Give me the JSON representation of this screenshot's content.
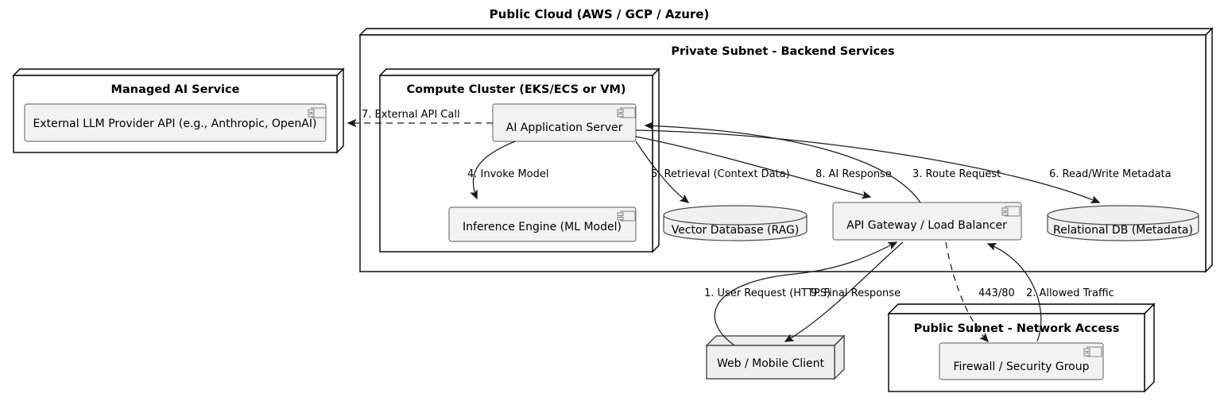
{
  "diagram": {
    "type": "uml-deployment-diagram",
    "cloud_title": "Public Cloud (AWS / GCP / Azure)",
    "background": "#ffffff",
    "line_color": "#1a1a1a",
    "node_fill": "#f0f0f0",
    "component_fill": "#f2f2f2"
  },
  "nodes": {
    "managed_ai_service": {
      "title": "Managed AI Service",
      "component": "External LLM Provider API (e.g., Anthropic, OpenAI)",
      "icon": "component-icon"
    },
    "private_subnet": {
      "title": "Private Subnet - Backend Services"
    },
    "compute_cluster": {
      "title": "Compute Cluster (EKS/ECS or VM)",
      "components": [
        {
          "label": "AI Application Server",
          "icon": "component-icon"
        },
        {
          "label": "Inference Engine (ML Model)",
          "icon": "component-icon"
        }
      ]
    },
    "vector_database": {
      "label": "Vector Database (RAG)",
      "shape": "database-cylinder"
    },
    "api_gateway": {
      "label": "API Gateway / Load Balancer",
      "icon": "component-icon"
    },
    "relational_db": {
      "label": "Relational DB (Metadata)",
      "shape": "database-cylinder"
    },
    "web_mobile_client": {
      "label": "Web / Mobile Client",
      "shape": "node-3d"
    },
    "public_subnet": {
      "title": "Public Subnet - Network Access",
      "component": "Firewall / Security Group",
      "icon": "component-icon"
    }
  },
  "edges": [
    {
      "id": "e1",
      "label": "1. User Request (HTTPS)",
      "from": "web_mobile_client",
      "to": "api_gateway",
      "style": "solid"
    },
    {
      "id": "e2",
      "label": "2. Allowed Traffic",
      "from": "firewall",
      "to": "api_gateway",
      "style": "solid"
    },
    {
      "id": "e3",
      "label": "3. Route Request",
      "from": "api_gateway",
      "to": "ai_application_server",
      "style": "solid"
    },
    {
      "id": "e4",
      "label": "4. Invoke Model",
      "from": "ai_application_server",
      "to": "inference_engine",
      "style": "solid"
    },
    {
      "id": "e5",
      "label": "5. Retrieval (Context Data)",
      "from": "ai_application_server",
      "to": "vector_database",
      "style": "solid"
    },
    {
      "id": "e6",
      "label": "6. Read/Write Metadata",
      "from": "ai_application_server",
      "to": "relational_db",
      "style": "solid"
    },
    {
      "id": "e7",
      "label": "7. External API Call",
      "from": "ai_application_server",
      "to": "external_llm_provider_api",
      "style": "dashed"
    },
    {
      "id": "e8",
      "label": "8. AI Response",
      "from": "ai_application_server",
      "to": "api_gateway",
      "style": "solid"
    },
    {
      "id": "e9",
      "label": "9. Final Response",
      "from": "api_gateway",
      "to": "web_mobile_client",
      "style": "solid"
    },
    {
      "id": "e10",
      "label": "443/80",
      "from": "api_gateway",
      "to": "firewall",
      "style": "dashed"
    }
  ]
}
